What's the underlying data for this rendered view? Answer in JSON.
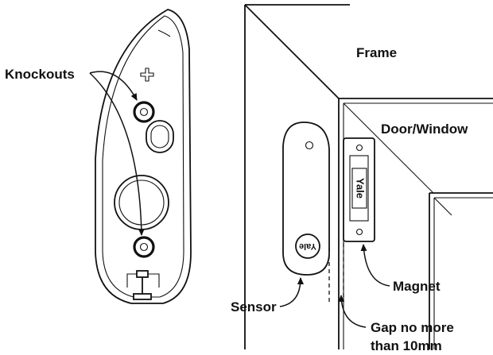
{
  "labels": {
    "knockouts": "Knockouts",
    "frame": "Frame",
    "door_window": "Door/Window",
    "magnet": "Magnet",
    "sensor": "Sensor",
    "gap_line1": "Gap no more",
    "gap_line2": "than 10mm"
  },
  "brand": {
    "sensor_logo": "Yale",
    "magnet_logo": "Yale"
  },
  "colors": {
    "ink": "#111111",
    "background": "#ffffff"
  }
}
